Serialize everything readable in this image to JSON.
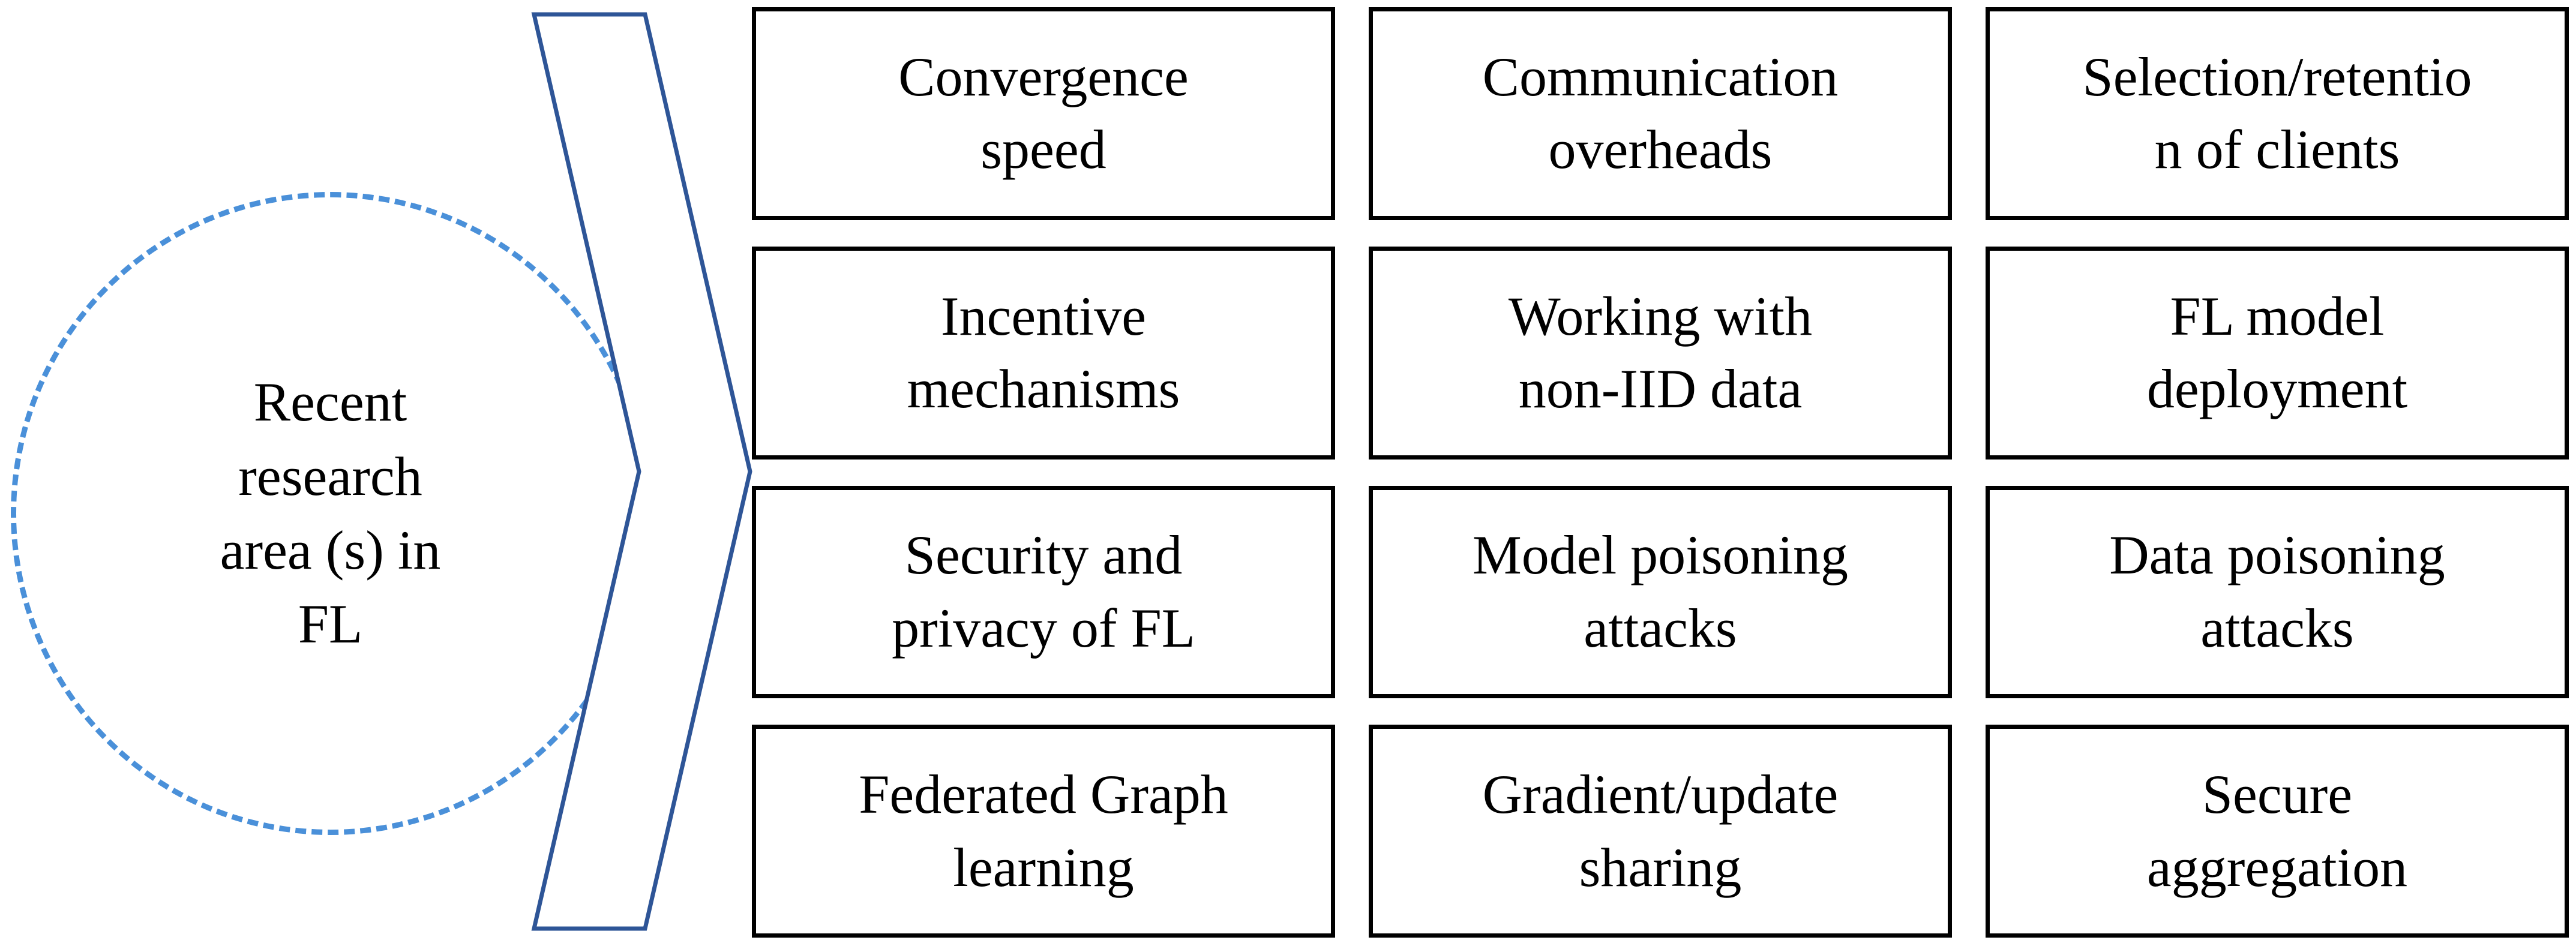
{
  "diagram": {
    "title": "Recent research area (s) in FL",
    "colors": {
      "circle_stroke": "#4a90d9",
      "chevron_stroke": "#2e5597",
      "box_stroke": "#000000",
      "text": "#000000",
      "background": "#ffffff"
    },
    "center_node": {
      "label": "Recent\nresearch\narea (s) in\nFL",
      "shape": "dashed-circle"
    },
    "connector": {
      "shape": "chevron-arrow",
      "direction": "right"
    },
    "topics": [
      {
        "row": 1,
        "column": 1,
        "label": "Convergence\nspeed"
      },
      {
        "row": 1,
        "column": 2,
        "label": "Communication\noverheads"
      },
      {
        "row": 1,
        "column": 3,
        "label": "Selection/retentio\nn of clients"
      },
      {
        "row": 2,
        "column": 1,
        "label": "Incentive\nmechanisms"
      },
      {
        "row": 2,
        "column": 2,
        "label": "Working with\nnon-IID data"
      },
      {
        "row": 2,
        "column": 3,
        "label": "FL  model\ndeployment"
      },
      {
        "row": 3,
        "column": 1,
        "label": "Security and\nprivacy of FL"
      },
      {
        "row": 3,
        "column": 2,
        "label": "Model poisoning\nattacks"
      },
      {
        "row": 3,
        "column": 3,
        "label": "Data poisoning\nattacks"
      },
      {
        "row": 4,
        "column": 1,
        "label": "Federated Graph\nlearning"
      },
      {
        "row": 4,
        "column": 2,
        "label": "Gradient/update\nsharing"
      },
      {
        "row": 4,
        "column": 3,
        "label": "Secure\naggregation"
      }
    ]
  }
}
